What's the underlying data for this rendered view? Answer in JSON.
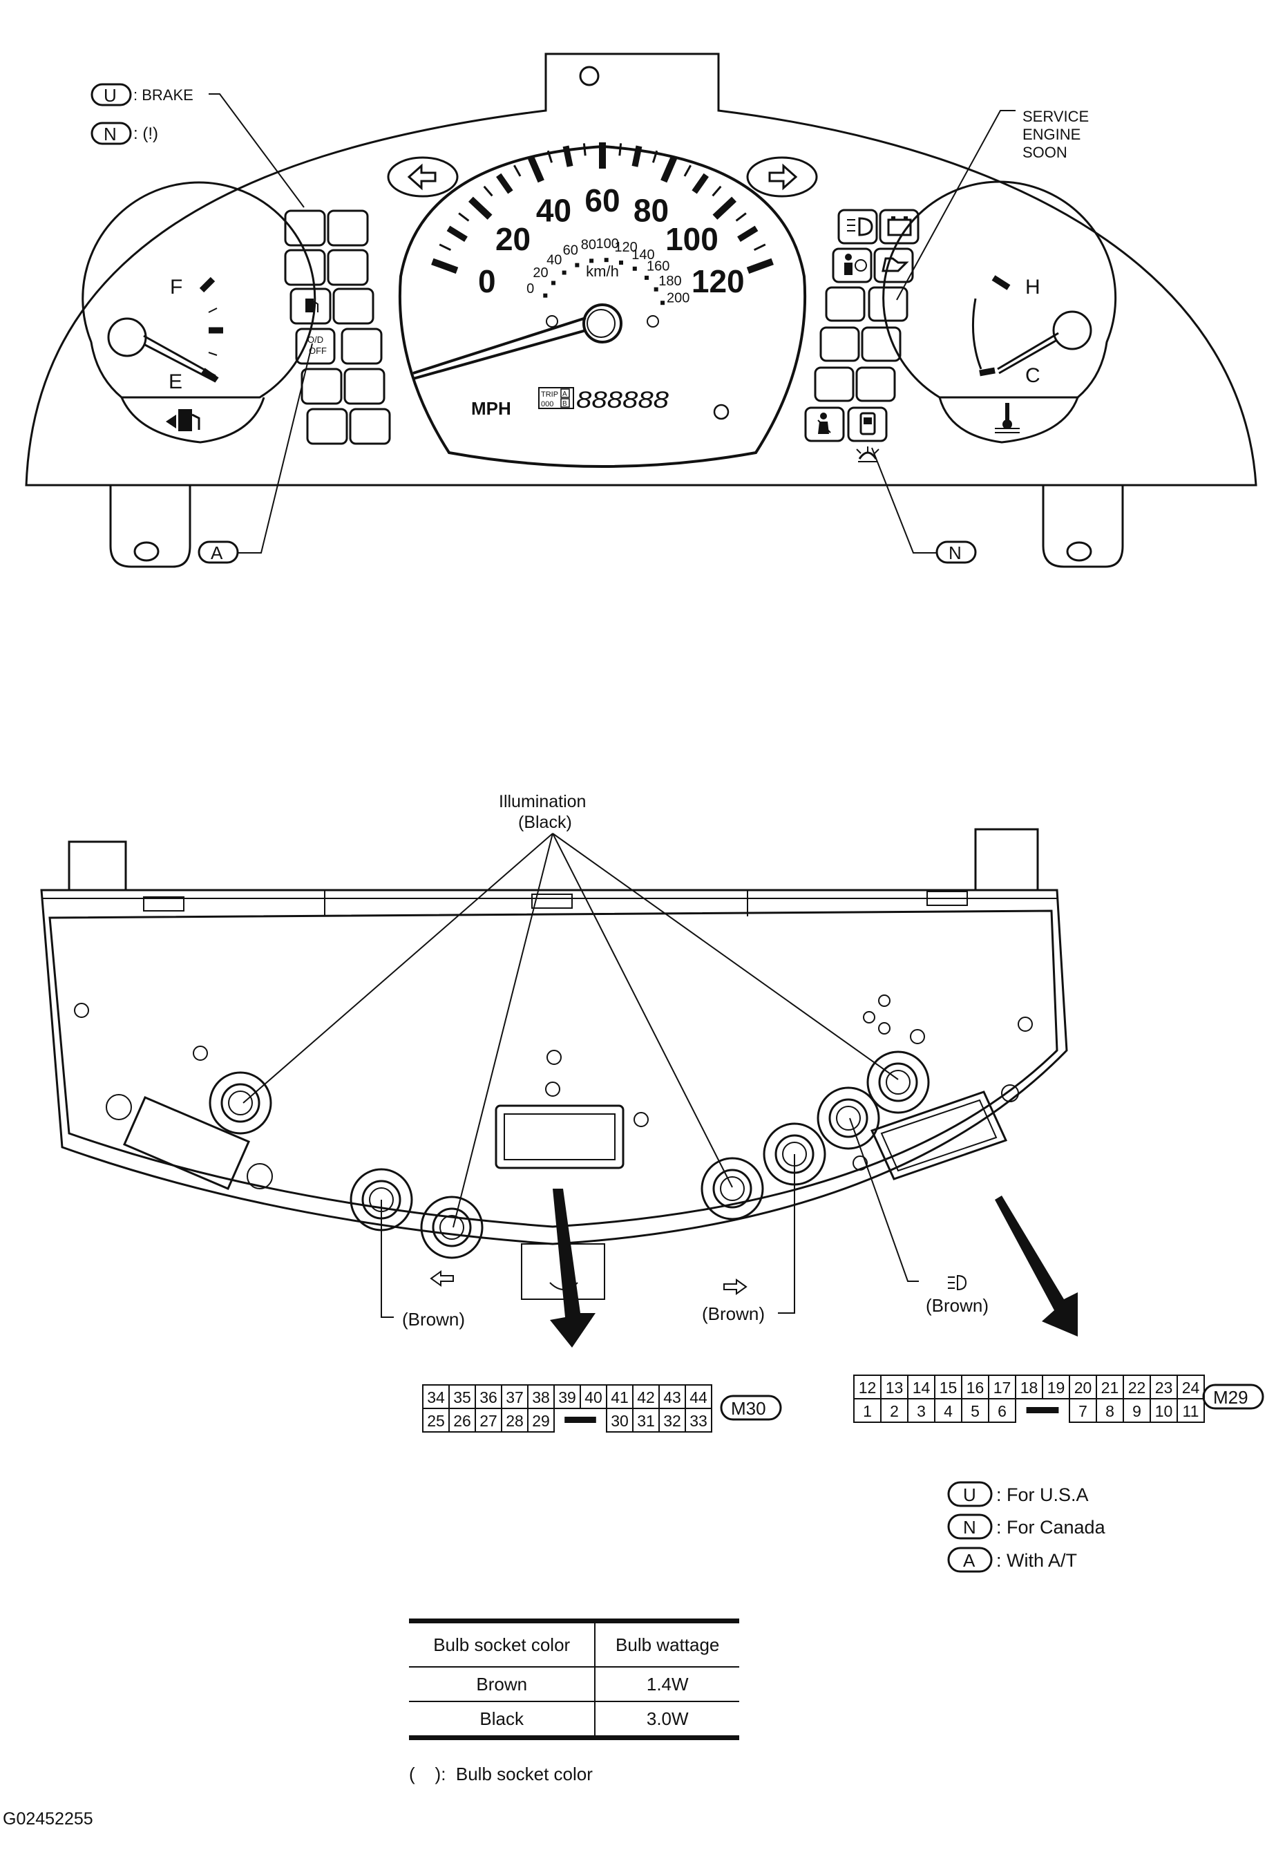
{
  "callouts": {
    "u_badge": "U",
    "u_text": ": BRAKE",
    "n_badge": "N",
    "n_text": ": (!)",
    "service_l1": "SERVICE",
    "service_l2": "ENGINE",
    "service_l3": "SOON",
    "a_badge": "A",
    "n2_badge": "N"
  },
  "speedometer": {
    "mph_ticks": [
      "0",
      "20",
      "40",
      "60",
      "80",
      "100",
      "120"
    ],
    "kmh_ticks": [
      "0",
      "20",
      "40",
      "60",
      "80",
      "100",
      "120",
      "140",
      "160",
      "180",
      "200"
    ],
    "kmh_unit": "km/h",
    "mph_unit": "MPH",
    "trip_label": "TRIP",
    "trip_a": "A",
    "trip_b": "B",
    "trip_zero": "000",
    "odometer": "888888"
  },
  "fuel_gauge": {
    "full": "F",
    "empty": "E"
  },
  "temp_gauge": {
    "hot": "H",
    "cold": "C"
  },
  "od_off": {
    "l1": "O/D",
    "l2": "OFF"
  },
  "icons": [
    "fuel-pump-icon",
    "turn-left-icon",
    "turn-right-icon",
    "headlight-icon",
    "battery-icon",
    "airbag-icon",
    "oil-pressure-icon",
    "seatbelt-icon",
    "door-open-icon",
    "washer-icon",
    "coolant-temp-icon"
  ],
  "rear": {
    "illumination": "Illumination",
    "illumination_color": "(Black)",
    "brown_left": "(Brown)",
    "brown_center": "(Brown)",
    "brown_right": "(Brown)"
  },
  "connectors": {
    "m30": {
      "label": "M30",
      "top": [
        "34",
        "35",
        "36",
        "37",
        "38",
        "39",
        "40",
        "41",
        "42",
        "43",
        "44"
      ],
      "bottom": [
        "25",
        "26",
        "27",
        "28",
        "29",
        "",
        "30",
        "31",
        "32",
        "33"
      ]
    },
    "m29": {
      "label": "M29",
      "top": [
        "12",
        "13",
        "14",
        "15",
        "16",
        "17",
        "18",
        "19",
        "20",
        "21",
        "22",
        "23",
        "24"
      ],
      "bottom": [
        "1",
        "2",
        "3",
        "4",
        "5",
        "6",
        "",
        "7",
        "8",
        "9",
        "10",
        "11"
      ]
    }
  },
  "legend": {
    "u_badge": "U",
    "u_text": ": For U.S.A",
    "n_badge": "N",
    "n_text": ": For Canada",
    "a_badge": "A",
    "a_text": ": With A/T"
  },
  "bulb_table": {
    "header": [
      "Bulb socket color",
      "Bulb wattage"
    ],
    "rows": [
      [
        "Brown",
        "1.4W"
      ],
      [
        "Black",
        "3.0W"
      ]
    ]
  },
  "note": "(    ):  Bulb socket color",
  "figure_id": "G02452255"
}
